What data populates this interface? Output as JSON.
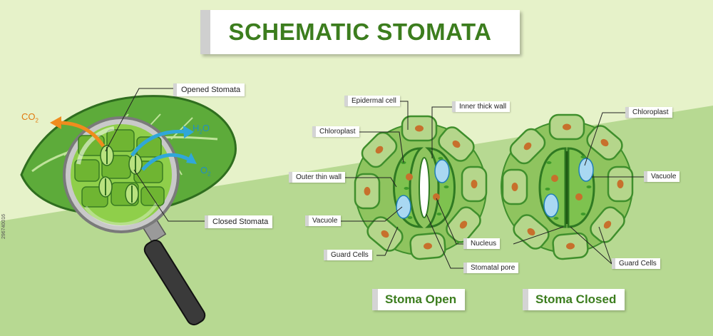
{
  "title": "SCHEMATIC STOMATA",
  "magnifier": {
    "labels": {
      "opened": "Opened Stomata",
      "closed": "Closed Stomata"
    },
    "gases": {
      "co2": {
        "main": "CO",
        "sub": "2"
      },
      "h2o": {
        "pre": "H",
        "sub": "2",
        "post": "O"
      },
      "o2": {
        "main": "O",
        "sub": "2"
      }
    }
  },
  "open_labels": {
    "epidermal_cell": "Epidermal cell",
    "inner_thick_wall": "Inner thick wall",
    "chloroplast": "Chloroplast",
    "outer_thin_wall": "Outer thin wall",
    "vacuole": "Vacuole",
    "guard_cells": "Guard Cells",
    "nucleus": "Nucleus",
    "stomatal_pore": "Stomatal pore"
  },
  "closed_labels": {
    "chloroplast": "Chloroplast",
    "vacuole": "Vacuole",
    "guard_cells": "Guard Cells"
  },
  "captions": {
    "open": "Stoma Open",
    "closed": "Stoma Closed"
  },
  "watermark_id": "296740016",
  "colors": {
    "title": "#3c7d1e",
    "bg_light": "#e6f2c9",
    "bg_dark": "#b7d992",
    "cell_fill": "#b5d68b",
    "cell_stroke": "#3f8f2c",
    "guard_cell": "#7ec24f",
    "vacuole": "#a9d8f2",
    "nucleus": "#c7702c",
    "co2_arrow": "#f08c1e",
    "h2o_arrow": "#30a7d9"
  }
}
